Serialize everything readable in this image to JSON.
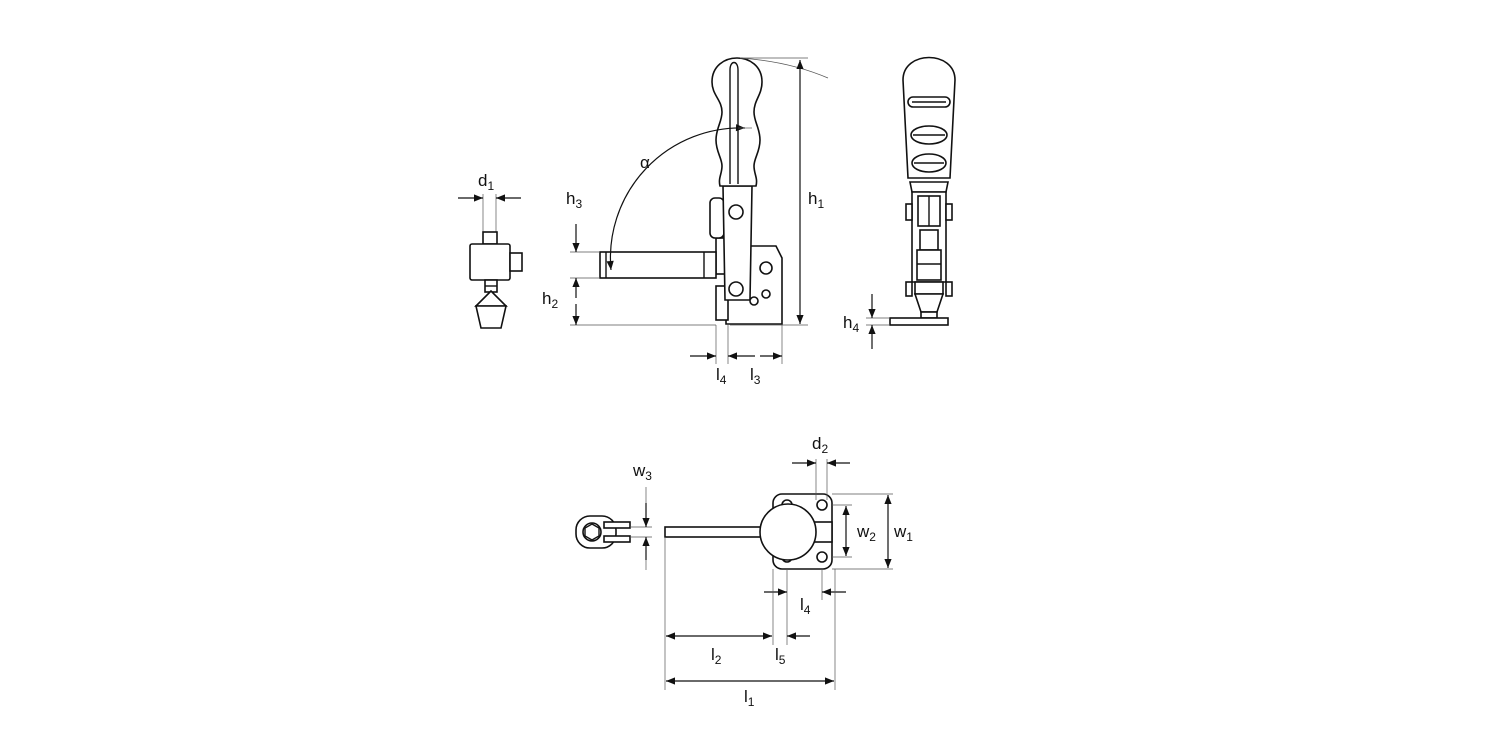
{
  "colors": {
    "line": "#111111",
    "extension": "#555555",
    "background": "#ffffff"
  },
  "dimensions": {
    "d1": {
      "base": "d",
      "sub": "1"
    },
    "d2": {
      "base": "d",
      "sub": "2"
    },
    "h1": {
      "base": "h",
      "sub": "1"
    },
    "h2": {
      "base": "h",
      "sub": "2"
    },
    "h3": {
      "base": "h",
      "sub": "3"
    },
    "h4": {
      "base": "h",
      "sub": "4"
    },
    "l1": {
      "base": "l",
      "sub": "1"
    },
    "l2": {
      "base": "l",
      "sub": "2"
    },
    "l3": {
      "base": "l",
      "sub": "3"
    },
    "l4_side": {
      "base": "l",
      "sub": "4"
    },
    "l4_top": {
      "base": "l",
      "sub": "4"
    },
    "l5": {
      "base": "l",
      "sub": "5"
    },
    "w1": {
      "base": "w",
      "sub": "1"
    },
    "w2": {
      "base": "w",
      "sub": "2"
    },
    "w3": {
      "base": "w",
      "sub": "3"
    },
    "alpha": {
      "base": "α",
      "sub": ""
    }
  }
}
